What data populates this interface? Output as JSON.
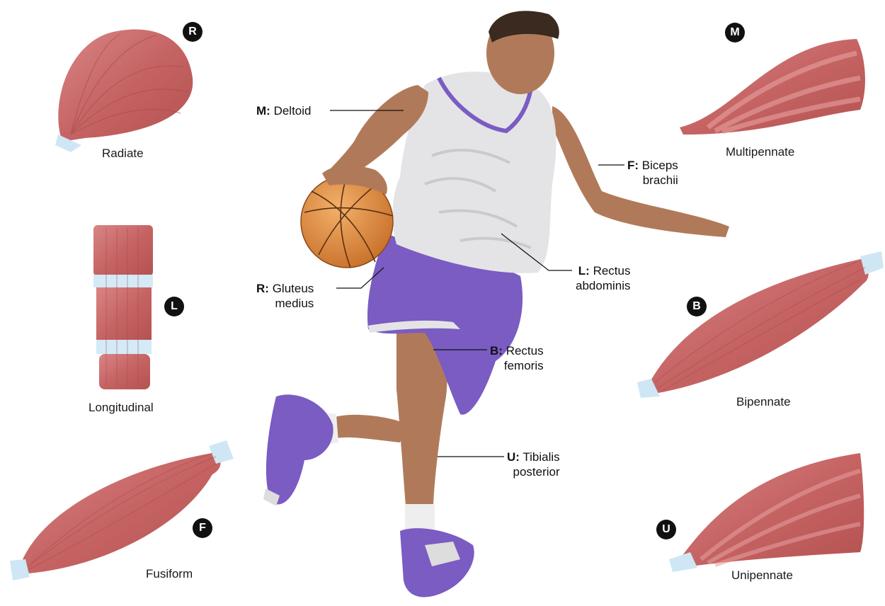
{
  "muscle_types": [
    {
      "code": "R",
      "name": "Radiate"
    },
    {
      "code": "L",
      "name": "Longitudinal"
    },
    {
      "code": "F",
      "name": "Fusiform"
    },
    {
      "code": "M",
      "name": "Multipennate"
    },
    {
      "code": "B",
      "name": "Bipennate"
    },
    {
      "code": "U",
      "name": "Unipennate"
    }
  ],
  "examples": [
    {
      "code": "M:",
      "line1": "Deltoid",
      "line2": ""
    },
    {
      "code": "F:",
      "line1": "Biceps",
      "line2": "brachii"
    },
    {
      "code": "R:",
      "line1": "Gluteus",
      "line2": "medius"
    },
    {
      "code": "L:",
      "line1": "Rectus",
      "line2": "abdominis"
    },
    {
      "code": "B:",
      "line1": "Rectus",
      "line2": "femoris"
    },
    {
      "code": "U:",
      "line1": "Tibialis",
      "line2": "posterior"
    }
  ],
  "colors": {
    "muscle": "#c96a6a",
    "muscle_dark": "#a84848",
    "tendon": "#cfe6f5",
    "skin": "#b07a5a",
    "jersey": "#e4e4e6",
    "shorts": "#7a5cc2",
    "ball": "#e08a3a"
  }
}
